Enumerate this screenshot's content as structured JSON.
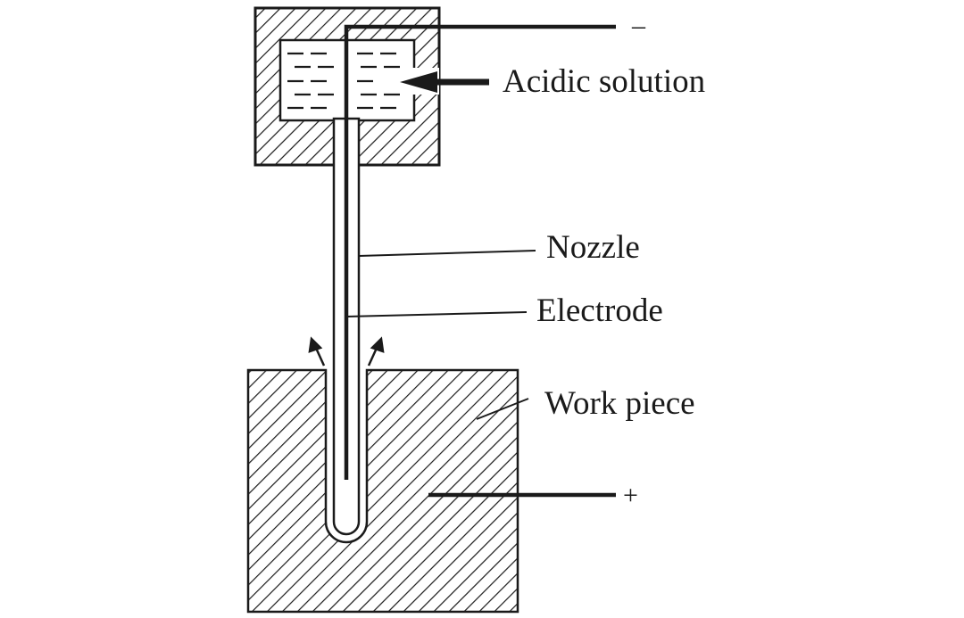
{
  "labels": {
    "minus": "–",
    "acidic_solution": "Acidic solution",
    "nozzle": "Nozzle",
    "electrode": "Electrode",
    "work_piece": "Work piece",
    "plus": "+"
  },
  "colors": {
    "ink": "#1a1a1a",
    "background": "#ffffff"
  }
}
